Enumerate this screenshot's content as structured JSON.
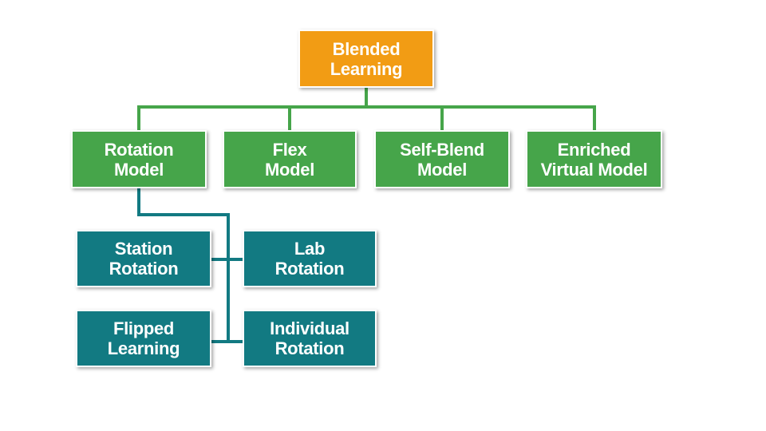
{
  "colors": {
    "root": "#f29c14",
    "level1": "#46a54a",
    "level2": "#127a82",
    "connector_level1": "#46a54a",
    "connector_level2": "#127a82"
  },
  "diagram": {
    "root": {
      "label": "Blended\nLearning"
    },
    "models": [
      {
        "label": "Rotation\nModel"
      },
      {
        "label": "Flex\nModel"
      },
      {
        "label": "Self-Blend\nModel"
      },
      {
        "label": "Enriched\nVirtual Model"
      }
    ],
    "rotation_types": [
      {
        "label": "Station\nRotation"
      },
      {
        "label": "Lab\nRotation"
      },
      {
        "label": "Flipped\nLearning"
      },
      {
        "label": "Individual\nRotation"
      }
    ]
  }
}
